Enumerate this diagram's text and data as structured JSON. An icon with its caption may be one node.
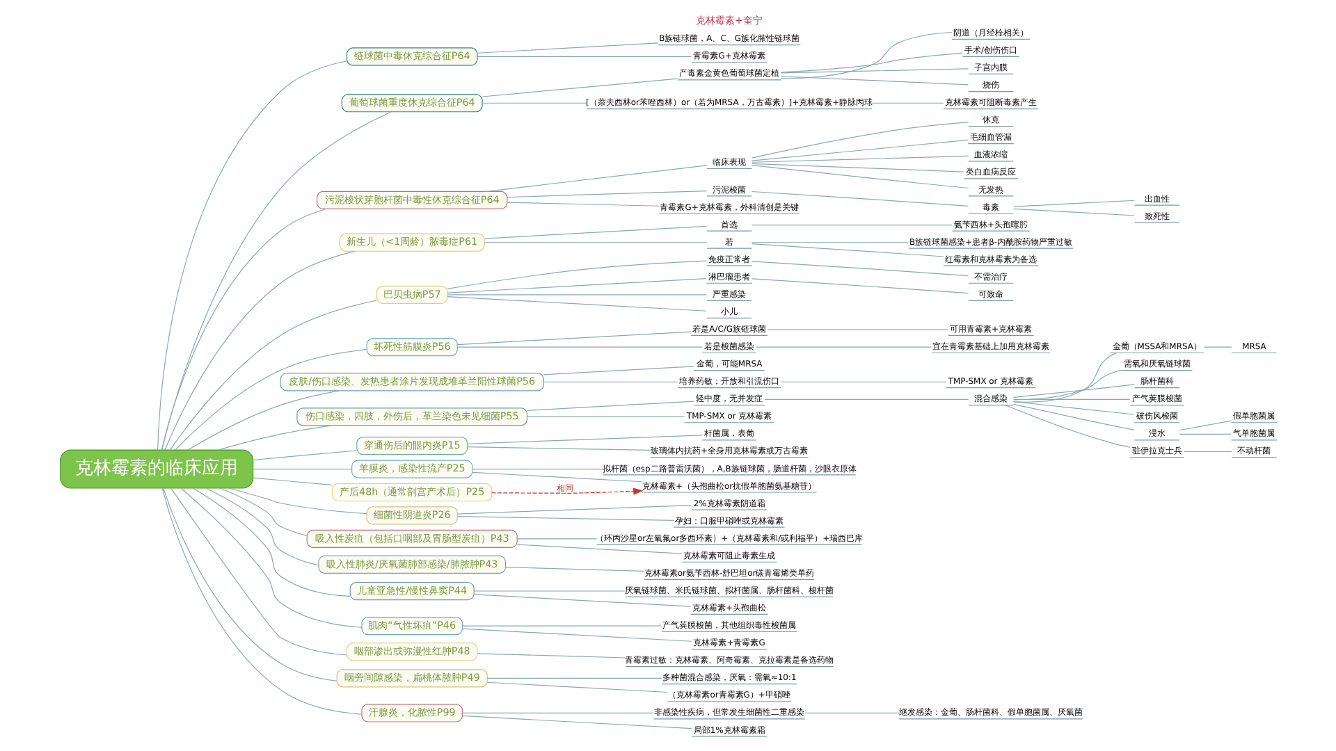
{
  "diagram": {
    "nodes": [
      {
        "text": [
          "克林霉素的临床应用"
        ]
      },
      {
        "text": [
          "链球菌中毒休克综合征P64"
        ]
      },
      {
        "text": [
          "B族链球菌，A、C、G族化脓性链球菌"
        ]
      },
      {
        "text": [
          "青霉素G+克林霉素"
        ]
      },
      {
        "text": [
          "葡萄球菌重度休克综合征P64"
        ]
      },
      {
        "text": [
          "产毒素金黄色葡萄球菌定植"
        ]
      },
      {
        "text": [
          "阴道（月经栓相关）"
        ]
      },
      {
        "text": [
          "手术/创伤伤口"
        ]
      },
      {
        "text": [
          "子宫内膜"
        ]
      },
      {
        "text": [
          "烧伤"
        ]
      },
      {
        "text": [
          "[（萘夫西林or苯唑西林）or（若为MRSA，万古霉素）]+克林霉素+静脉丙球"
        ]
      },
      {
        "text": [
          "克林霉素可阻断毒素产生"
        ]
      },
      {
        "text": [
          "污泥梭状芽胞杆菌中毒性休克综合征P64"
        ]
      },
      {
        "text": [
          "临床表现"
        ]
      },
      {
        "text": [
          "休克"
        ]
      },
      {
        "text": [
          "毛细血管漏"
        ]
      },
      {
        "text": [
          "血液浓缩"
        ]
      },
      {
        "text": [
          "类白血病反应"
        ]
      },
      {
        "text": [
          "无发热"
        ]
      },
      {
        "text": [
          "污泥梭菌"
        ]
      },
      {
        "text": [
          "毒素"
        ]
      },
      {
        "text": [
          "出血性"
        ]
      },
      {
        "text": [
          "致死性"
        ]
      },
      {
        "text": [
          "青霉素G+克林霉素，外科清创是关键"
        ]
      },
      {
        "text": [
          "新生儿（<1周龄）脓毒症P61"
        ]
      },
      {
        "text": [
          "首选"
        ]
      },
      {
        "text": [
          "氨苄西林+头孢噻肟"
        ]
      },
      {
        "text": [
          "若"
        ]
      },
      {
        "text": [
          "B族链球菌感染+患者β-内酰胺药物严重过敏"
        ]
      },
      {
        "text": [
          "红霉素和克林霉素为备选"
        ]
      },
      {
        "text": [
          "巴贝虫病P57"
        ]
      },
      {
        "text": [
          "免疫正常者"
        ]
      },
      {
        "text": [
          "不需治疗"
        ]
      },
      {
        "text": [
          "淋巴瘤患者"
        ]
      },
      {
        "text": [
          "可致命"
        ]
      },
      {
        "text": [
          "严重感染"
        ]
      },
      {
        "text": [
          "小儿"
        ]
      },
      {
        "text": [
          "坏死性筋膜炎P56"
        ]
      },
      {
        "text": [
          "若是A/C/G族链球菌"
        ]
      },
      {
        "text": [
          "可用青霉素+克林霉素"
        ]
      },
      {
        "text": [
          "若是梭菌感染"
        ]
      },
      {
        "text": [
          "宜在青霉素基础上加用克林霉素"
        ]
      },
      {
        "text": [
          "皮肤/伤口感染、发热患者涂片发现成堆革兰阳性球菌P56"
        ]
      },
      {
        "text": [
          "金葡，可能MRSA"
        ]
      },
      {
        "text": [
          "培养药敏；开放和引流伤口"
        ]
      },
      {
        "text": [
          "TMP-SMX or 克林霉素"
        ]
      },
      {
        "text": [
          "伤口感染，四肢，外伤后，革兰染色未见细菌P55"
        ]
      },
      {
        "text": [
          "轻中度，无并发症"
        ]
      },
      {
        "text": [
          "混合感染"
        ]
      },
      {
        "text": [
          "金葡（MSSA和MRSA）"
        ]
      },
      {
        "text": [
          "MRSA"
        ]
      },
      {
        "text": [
          "需氧和厌氧链球菌"
        ]
      },
      {
        "text": [
          "肠杆菌科"
        ]
      },
      {
        "text": [
          "产气荚膜梭菌"
        ]
      },
      {
        "text": [
          "破伤风梭菌"
        ]
      },
      {
        "text": [
          "浸水"
        ]
      },
      {
        "text": [
          "假单胞菌属"
        ]
      },
      {
        "text": [
          "气单胞菌属"
        ]
      },
      {
        "text": [
          "驻伊拉克士兵"
        ]
      },
      {
        "text": [
          "不动杆菌"
        ]
      },
      {
        "text": [
          "TMP-SMX or 克林霉素"
        ]
      },
      {
        "text": [
          "穿通伤后的眼内炎P15"
        ]
      },
      {
        "text": [
          "杆菌属，表葡"
        ]
      },
      {
        "text": [
          "玻璃体内抗药+全身用克林霉素或万古霉素"
        ]
      },
      {
        "text": [
          "羊膜炎，感染性流产P25"
        ]
      },
      {
        "text": [
          "拟杆菌（esp二路普雷沃菌），A,B族链球菌，肠道杆菌，沙眼衣原体"
        ]
      },
      {
        "text": [
          "克林霉素+（头孢曲松or抗假单胞菌氨基糖苷）"
        ]
      },
      {
        "text": [
          "产后48h（通常剖宫产术后）P25"
        ]
      },
      {
        "text": [
          "细菌性阴道炎P26"
        ]
      },
      {
        "text": [
          "2%克林霉素阴道霜"
        ]
      },
      {
        "text": [
          "孕妇：口服甲硝唑或克林霉素"
        ]
      },
      {
        "text": [
          "吸入性炭疽（包括口咽部及胃肠型炭疽）P43"
        ]
      },
      {
        "text": [
          "（环丙沙星or左氧氟or多西环素）+（克林霉素和/或利福平）+瑞西巴库"
        ]
      },
      {
        "text": [
          "克林霉素可阻止毒素生成"
        ]
      },
      {
        "text": [
          "吸入性肺炎/厌氧菌肺部感染/肺脓肿P43"
        ]
      },
      {
        "text": [
          "克林霉素or氨苄西林-舒巴坦or碳青霉烯类单药"
        ]
      },
      {
        "text": [
          "儿童亚急性/慢性鼻窦P44"
        ]
      },
      {
        "text": [
          "厌氧链球菌、米氏链球菌、拟杆菌属、肠杆菌科、梭杆菌"
        ]
      },
      {
        "text": [
          "克林霉素+头孢曲松"
        ]
      },
      {
        "text": [
          "肌肉“气性坏疽”P46"
        ]
      },
      {
        "text": [
          "产气荚膜梭菌，其他组织毒性梭菌属"
        ]
      },
      {
        "text": [
          "克林霉素+青霉素G"
        ]
      },
      {
        "text": [
          "咽部渗出或弥漫性红肿P48"
        ]
      },
      {
        "text": [
          "青霉素过敏：克林霉素、阿奇霉素、克拉霉素是备选药物"
        ]
      },
      {
        "text": [
          "咽旁间隙感染，扁桃体脓肿P49"
        ]
      },
      {
        "text": [
          "多种菌混合感染，厌氧：需氧≈10:1"
        ]
      },
      {
        "text": [
          "（克林霉素or青霉素G）+甲硝唑"
        ]
      },
      {
        "text": [
          "汗腺炎，化脓性P99"
        ]
      },
      {
        "text": [
          "非感染性疾病，但常发生细菌性二重感染"
        ]
      },
      {
        "text": [
          "继发感染：金葡、肠杆菌科、假单胞菌属、厌氧菌"
        ]
      },
      {
        "text": [
          "局部1%克林霉素霜"
        ]
      }
    ],
    "edges": [
      {
        "from": 0,
        "to": 1,
        "arrow": "none"
      },
      {
        "from": 1,
        "to": 2,
        "arrow": "none"
      },
      {
        "from": 1,
        "to": 3,
        "arrow": "none"
      },
      {
        "from": 0,
        "to": 4,
        "arrow": "none"
      },
      {
        "from": 4,
        "to": 5,
        "arrow": "none"
      },
      {
        "from": 5,
        "to": 6,
        "arrow": "none"
      },
      {
        "from": 5,
        "to": 7,
        "arrow": "none"
      },
      {
        "from": 5,
        "to": 8,
        "arrow": "none"
      },
      {
        "from": 5,
        "to": 9,
        "arrow": "none"
      },
      {
        "from": 4,
        "to": 10,
        "arrow": "none"
      },
      {
        "from": 10,
        "to": 11,
        "arrow": "none"
      },
      {
        "from": 0,
        "to": 12,
        "arrow": "none"
      },
      {
        "from": 12,
        "to": 13,
        "arrow": "none"
      },
      {
        "from": 13,
        "to": 14,
        "arrow": "none"
      },
      {
        "from": 13,
        "to": 15,
        "arrow": "none"
      },
      {
        "from": 13,
        "to": 16,
        "arrow": "none"
      },
      {
        "from": 13,
        "to": 17,
        "arrow": "none"
      },
      {
        "from": 13,
        "to": 18,
        "arrow": "none"
      },
      {
        "from": 12,
        "to": 19,
        "arrow": "none"
      },
      {
        "from": 19,
        "to": 20,
        "arrow": "none"
      },
      {
        "from": 20,
        "to": 21,
        "arrow": "none"
      },
      {
        "from": 20,
        "to": 22,
        "arrow": "none"
      },
      {
        "from": 12,
        "to": 23,
        "arrow": "none"
      },
      {
        "from": 0,
        "to": 24,
        "arrow": "none"
      },
      {
        "from": 24,
        "to": 25,
        "arrow": "none"
      },
      {
        "from": 25,
        "to": 26,
        "arrow": "none"
      },
      {
        "from": 24,
        "to": 27,
        "arrow": "none"
      },
      {
        "from": 27,
        "to": 28,
        "arrow": "none"
      },
      {
        "from": 27,
        "to": 29,
        "arrow": "none"
      },
      {
        "from": 0,
        "to": 30,
        "arrow": "none"
      },
      {
        "from": 30,
        "to": 31,
        "arrow": "none"
      },
      {
        "from": 31,
        "to": 32,
        "arrow": "none"
      },
      {
        "from": 30,
        "to": 33,
        "arrow": "none"
      },
      {
        "from": 33,
        "to": 34,
        "arrow": "none"
      },
      {
        "from": 30,
        "to": 35,
        "arrow": "none"
      },
      {
        "from": 30,
        "to": 36,
        "arrow": "none"
      },
      {
        "from": 0,
        "to": 37,
        "arrow": "none"
      },
      {
        "from": 37,
        "to": 38,
        "arrow": "none"
      },
      {
        "from": 38,
        "to": 39,
        "arrow": "none"
      },
      {
        "from": 37,
        "to": 40,
        "arrow": "none"
      },
      {
        "from": 40,
        "to": 41,
        "arrow": "none"
      },
      {
        "from": 0,
        "to": 42,
        "arrow": "none"
      },
      {
        "from": 42,
        "to": 43,
        "arrow": "none"
      },
      {
        "from": 42,
        "to": 44,
        "arrow": "none"
      },
      {
        "from": 44,
        "to": 45,
        "arrow": "none"
      },
      {
        "from": 0,
        "to": 46,
        "arrow": "none"
      },
      {
        "from": 46,
        "to": 47,
        "arrow": "none"
      },
      {
        "from": 47,
        "to": 48,
        "arrow": "none"
      },
      {
        "from": 48,
        "to": 49,
        "arrow": "none"
      },
      {
        "from": 49,
        "to": 50,
        "arrow": "none"
      },
      {
        "from": 48,
        "to": 51,
        "arrow": "none"
      },
      {
        "from": 48,
        "to": 52,
        "arrow": "none"
      },
      {
        "from": 48,
        "to": 53,
        "arrow": "none"
      },
      {
        "from": 48,
        "to": 54,
        "arrow": "none"
      },
      {
        "from": 48,
        "to": 55,
        "arrow": "none"
      },
      {
        "from": 55,
        "to": 56,
        "arrow": "none"
      },
      {
        "from": 55,
        "to": 57,
        "arrow": "none"
      },
      {
        "from": 48,
        "to": 58,
        "arrow": "none"
      },
      {
        "from": 58,
        "to": 59,
        "arrow": "none"
      },
      {
        "from": 46,
        "to": 60,
        "arrow": "none"
      },
      {
        "from": 0,
        "to": 61,
        "arrow": "none"
      },
      {
        "from": 61,
        "to": 62,
        "arrow": "none"
      },
      {
        "from": 61,
        "to": 63,
        "arrow": "none"
      },
      {
        "from": 0,
        "to": 64,
        "arrow": "none"
      },
      {
        "from": 64,
        "to": 65,
        "arrow": "none"
      },
      {
        "from": 64,
        "to": 66,
        "arrow": "none"
      },
      {
        "from": 0,
        "to": 67,
        "arrow": "none"
      },
      {
        "from": 67,
        "to": 66,
        "arrow": "to",
        "label": "相同",
        "style": "dashed",
        "color": "#c0392b"
      },
      {
        "from": 0,
        "to": 68,
        "arrow": "none"
      },
      {
        "from": 68,
        "to": 69,
        "arrow": "none"
      },
      {
        "from": 68,
        "to": 70,
        "arrow": "none"
      },
      {
        "from": 0,
        "to": 71,
        "arrow": "none"
      },
      {
        "from": 71,
        "to": 72,
        "arrow": "none"
      },
      {
        "from": 71,
        "to": 73,
        "arrow": "none"
      },
      {
        "from": 0,
        "to": 74,
        "arrow": "none"
      },
      {
        "from": 74,
        "to": 75,
        "arrow": "none"
      },
      {
        "from": 0,
        "to": 76,
        "arrow": "none"
      },
      {
        "from": 76,
        "to": 77,
        "arrow": "none"
      },
      {
        "from": 76,
        "to": 78,
        "arrow": "none"
      },
      {
        "from": 0,
        "to": 79,
        "arrow": "none"
      },
      {
        "from": 79,
        "to": 80,
        "arrow": "none"
      },
      {
        "from": 79,
        "to": 81,
        "arrow": "none"
      },
      {
        "from": 0,
        "to": 82,
        "arrow": "none"
      },
      {
        "from": 82,
        "to": 83,
        "arrow": "none"
      },
      {
        "from": 0,
        "to": 84,
        "arrow": "none"
      },
      {
        "from": 84,
        "to": 85,
        "arrow": "none"
      },
      {
        "from": 84,
        "to": 86,
        "arrow": "none"
      },
      {
        "from": 0,
        "to": 87,
        "arrow": "none"
      },
      {
        "from": 87,
        "to": 88,
        "arrow": "none"
      },
      {
        "from": 88,
        "to": 89,
        "arrow": "none"
      },
      {
        "from": 87,
        "to": 90,
        "arrow": "none"
      }
    ],
    "labels": [
      "克林霉素+奎宁"
    ]
  }
}
